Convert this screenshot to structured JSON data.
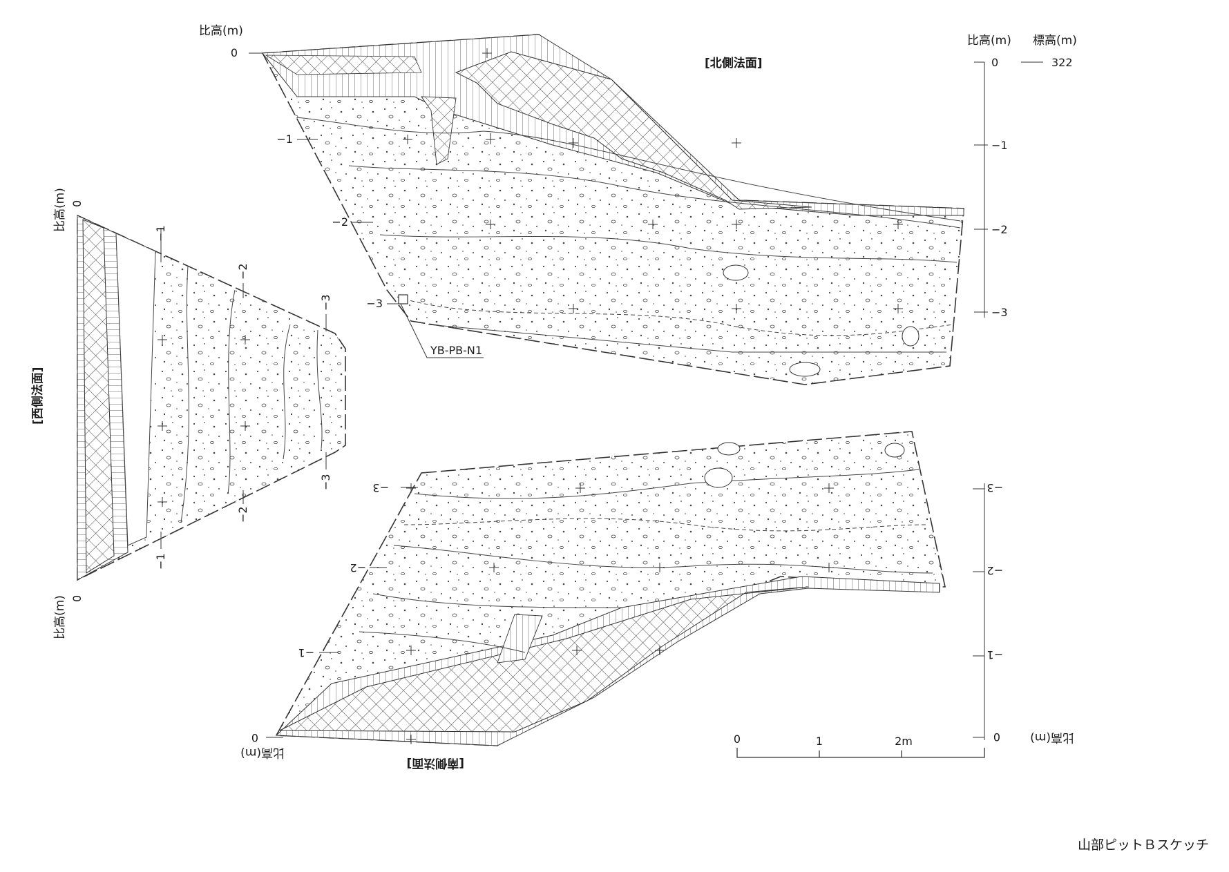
{
  "colors": {
    "ink": "#2a2a2a",
    "paper": "#ffffff",
    "hatch": "#555555"
  },
  "north_wall": {
    "title": "[北側法面]",
    "left_axis_label": "比高(m)",
    "left_ticks": [
      "0",
      "−1",
      "−2",
      "−3"
    ],
    "right_axis_label": "比高(m)",
    "elevation_label": "標高(m)",
    "elevation_value": "322",
    "right_ticks": [
      "0",
      "−1",
      "−2",
      "−3"
    ],
    "sample_label": "YB-PB-N1"
  },
  "west_wall": {
    "title": "[西側法面]",
    "axis_label_top": "比高(m)",
    "axis_label_bottom": "比高(m)",
    "zero_top": "0",
    "zero_bottom": "0",
    "ticks_top": [
      "−1",
      "−2",
      "−3"
    ],
    "ticks_bottom": [
      "−1",
      "−2",
      "−3"
    ]
  },
  "south_wall": {
    "title": "[南側法面]",
    "left_axis_label": "比高(m)",
    "right_axis_label": "比高(m)",
    "left_ticks": [
      "0",
      "−1",
      "−2",
      "−3"
    ],
    "right_ticks": [
      "0",
      "−1",
      "−2",
      "−3"
    ]
  },
  "scale_bar": {
    "labels": [
      "0",
      "1",
      "2m"
    ]
  },
  "caption": "山部ピットＢスケッチ"
}
